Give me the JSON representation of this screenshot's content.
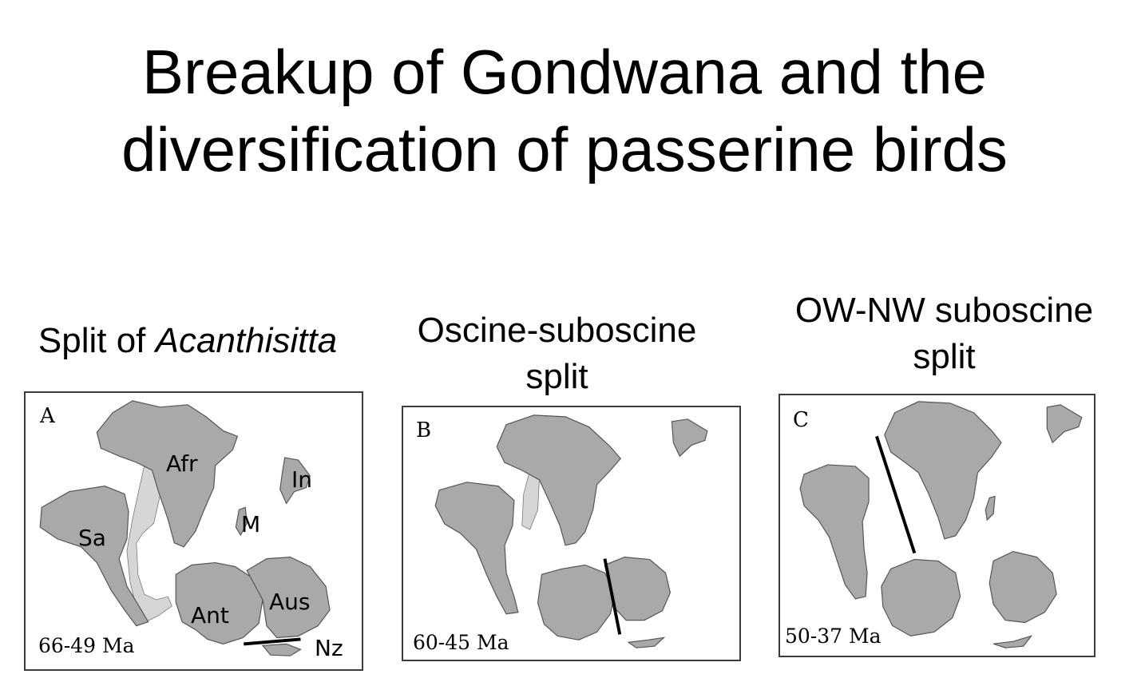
{
  "title": {
    "line1": "Breakup of Gondwana and the",
    "line2": "diversification of passerine birds"
  },
  "panels": [
    {
      "heading_prefix": "Split of ",
      "heading_italic": "Acanthisitta",
      "letter": "A",
      "age": "66-49 Ma",
      "labels": {
        "afr": "Afr",
        "in": "In",
        "m": "M",
        "sa": "Sa",
        "ant": "Ant",
        "aus": "Aus",
        "nz": "Nz"
      }
    },
    {
      "heading_line1": "Oscine-suboscine",
      "heading_line2": "split",
      "letter": "B",
      "age": "60-45 Ma"
    },
    {
      "heading_line1": "OW-NW suboscine",
      "heading_line2": "split",
      "letter": "C",
      "age": "50-37 Ma"
    }
  ],
  "colors": {
    "land": "#a9a9a9",
    "shelf": "#d6d6d6",
    "split_line": "#000000"
  }
}
